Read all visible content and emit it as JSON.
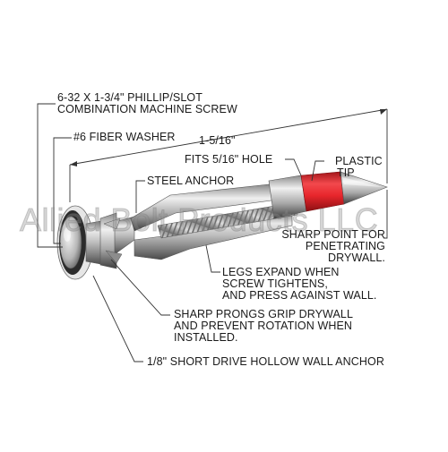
{
  "labels": {
    "screw_line1": "6-32 X 1-3/4\" PHILLIP/SLOT",
    "screw_line2": "COMBINATION MACHINE SCREW",
    "washer": "#6 FIBER WASHER",
    "length": "1-5/16\"",
    "fits_hole": "FITS 5/16\" HOLE",
    "plastic_tip_line1": "PLASTIC",
    "plastic_tip_line2": "TIP",
    "steel_anchor": "STEEL ANCHOR",
    "sharp_point_line1": "SHARP POINT FOR",
    "sharp_point_line2": "PENETRATING",
    "sharp_point_line3": "DRYWALL.",
    "legs_line1": "LEGS EXPAND WHEN",
    "legs_line2": "SCREW TIGHTENS,",
    "legs_line3": "AND PRESS AGAINST WALL.",
    "prongs_line1": "SHARP PRONGS GRIP DRYWALL",
    "prongs_line2": "AND PREVENT ROTATION WHEN",
    "prongs_line3": "INSTALLED.",
    "drive_anchor": "1/8\" SHORT DRIVE HOLLOW WALL ANCHOR"
  },
  "watermark": "Allied Bolt Products LLC",
  "colors": {
    "tip_red": "#e8262c",
    "steel_light": "#d4d4d4",
    "steel_dark": "#5a5a5a",
    "leader": "#333333",
    "washer_dark": "#2a2a2a"
  }
}
